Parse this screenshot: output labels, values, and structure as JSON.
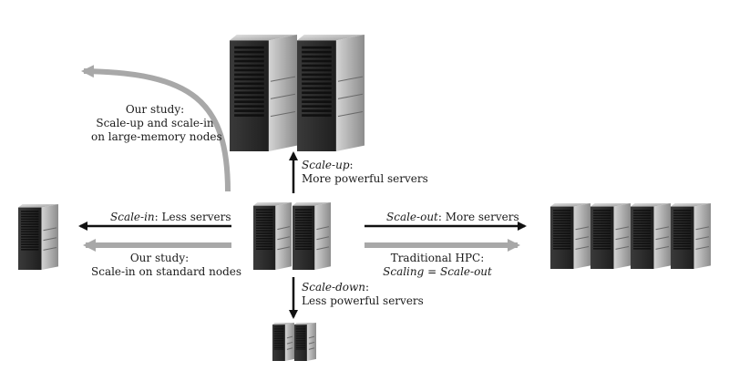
{
  "labels": {
    "our_study_top": [
      "Our study:",
      "Scale-up and scale-in",
      "on large-memory nodes"
    ],
    "scale_up_term": "Scale-up",
    "scale_up_rest": ":",
    "scale_up_desc": "More powerful servers",
    "scale_in_term": "Scale-in",
    "scale_in_rest": ": Less servers",
    "our_study_left": [
      "Our study:",
      "Scale-in on standard nodes"
    ],
    "scale_out_term": "Scale-out",
    "scale_out_rest": ": More servers",
    "traditional_hpc": "Traditional HPC:",
    "traditional_hpc_desc": "Scaling = Scale-out",
    "scale_down_term": "Scale-down",
    "scale_down_rest": ":",
    "scale_down_desc": "Less powerful servers"
  },
  "colors": {
    "black_arrow": "#111111",
    "gray_arrow": "#a8a8a8",
    "server_dark": "#2e2e2e",
    "server_light": "#b8b8b8"
  }
}
